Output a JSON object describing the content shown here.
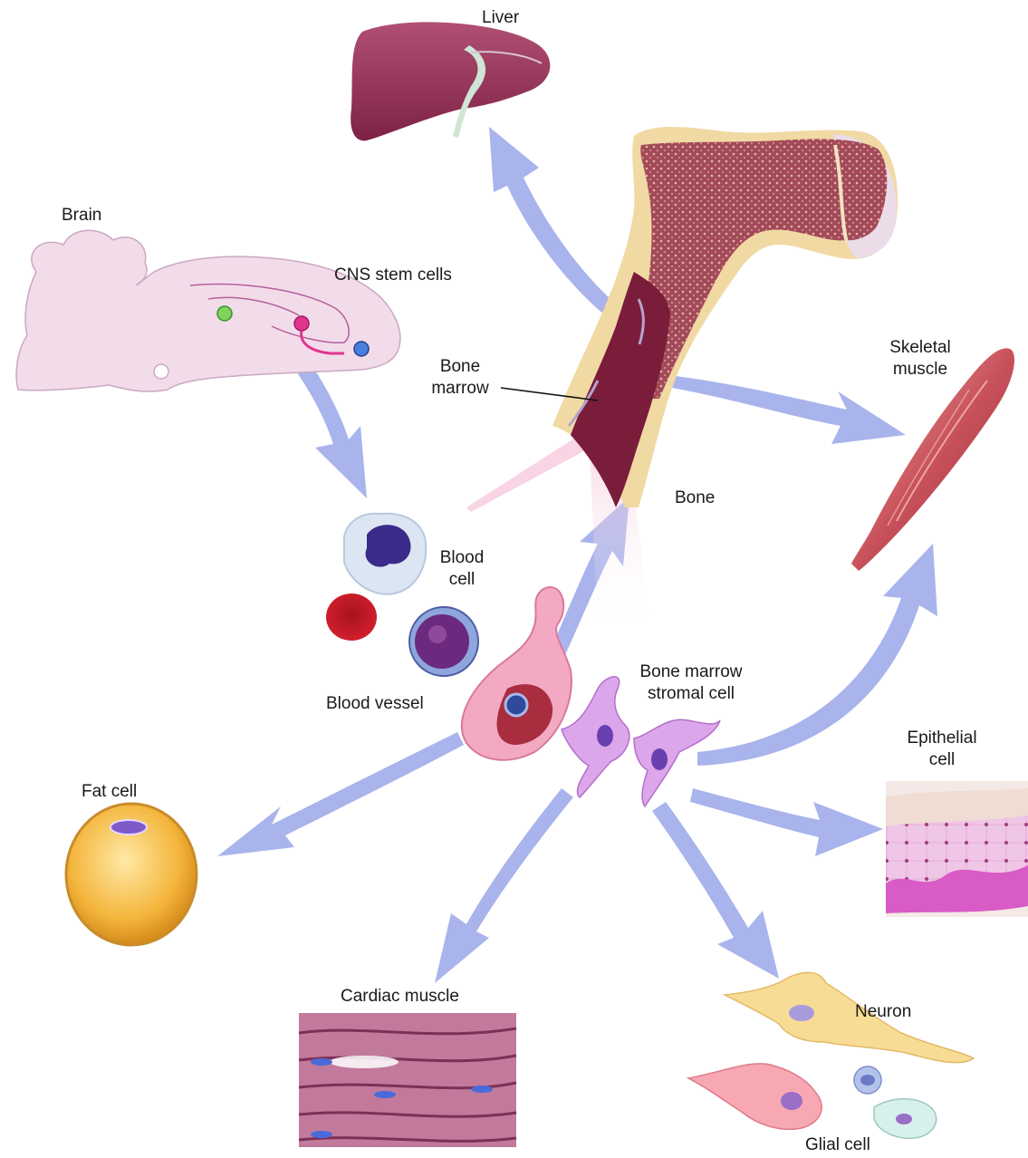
{
  "labels": {
    "liver": "Liver",
    "brain": "Brain",
    "cns_stem_cells": "CNS stem cells",
    "bone_marrow_l1": "Bone",
    "bone_marrow_l2": "marrow",
    "skeletal_muscle_l1": "Skeletal",
    "skeletal_muscle_l2": "muscle",
    "bone": "Bone",
    "blood_cell_l1": "Blood",
    "blood_cell_l2": "cell",
    "bone_marrow_stromal_l1": "Bone marrow",
    "bone_marrow_stromal_l2": "stromal cell",
    "blood_vessel": "Blood vessel",
    "epithelial_cell_l1": "Epithelial",
    "epithelial_cell_l2": "cell",
    "fat_cell": "Fat cell",
    "cardiac_muscle": "Cardiac muscle",
    "neuron": "Neuron",
    "glial_cell": "Glial cell"
  },
  "colors": {
    "arrow": "#a9b4ec",
    "liver": "#8e2f52",
    "bone_marrow": "#7a1d3a",
    "bone_shell": "#f1d9a4",
    "brain": "#f3dcea",
    "fat": "#f3b43a",
    "cardiac": "#9a4a6e",
    "stromal": "#d9a6e8",
    "neuron": "#f6d58a",
    "glial": "#f5a3b3",
    "epithelial": "#e8b3dc",
    "muscle": "#c6505c"
  }
}
